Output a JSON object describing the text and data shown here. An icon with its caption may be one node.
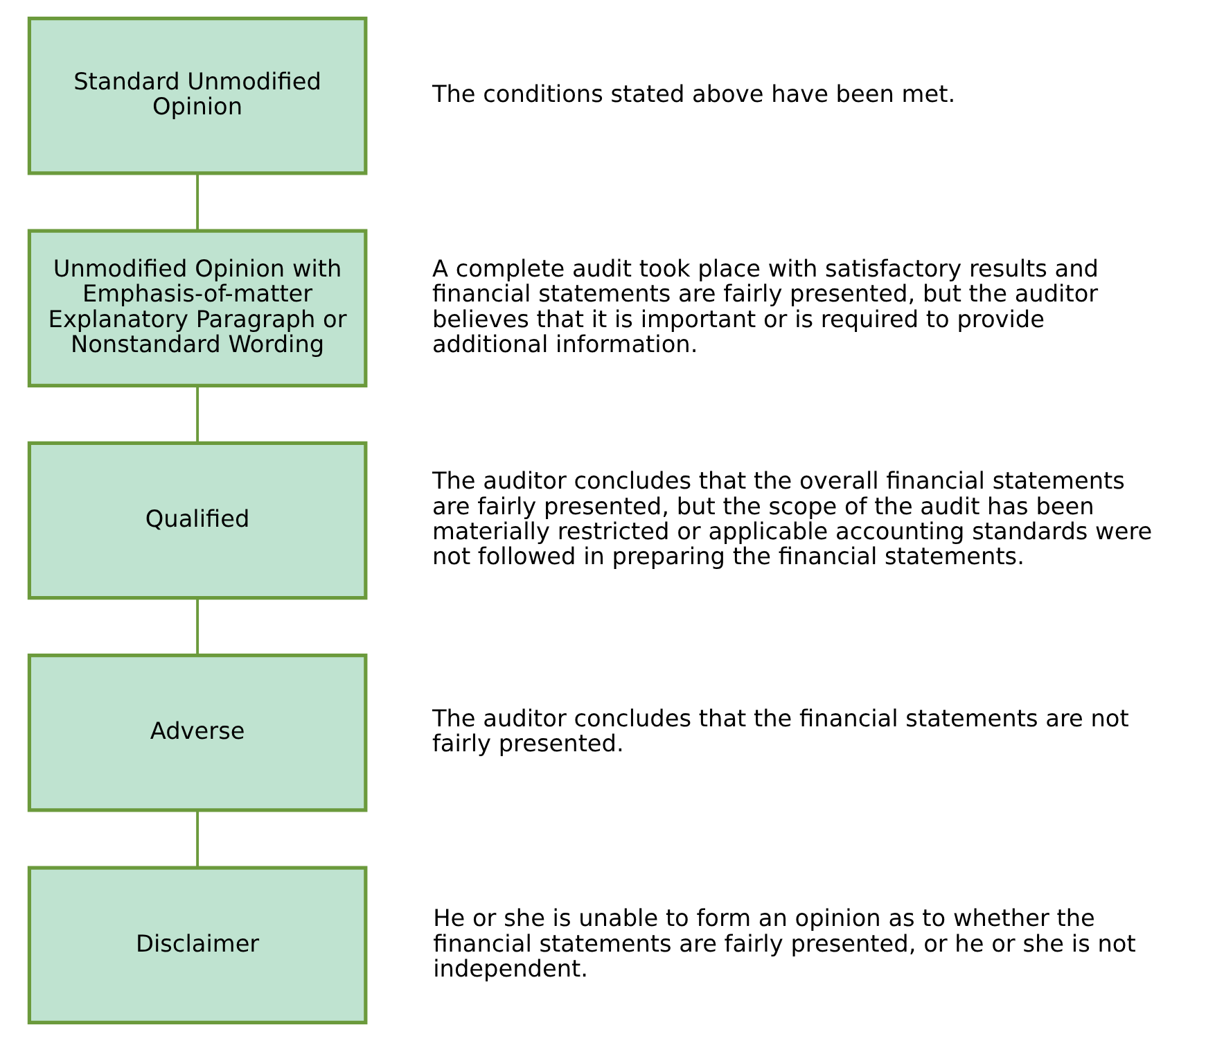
{
  "diagram": {
    "nodes": [
      {
        "text": [
          "Standard Unmodified Opinion"
        ],
        "beside": [
          "The conditions stated above have been met."
        ]
      },
      {
        "text": [
          "Unmodified Opinion with Emphasis-of-matter Explanatory Paragraph or Nonstandard Wording"
        ],
        "beside": [
          "A complete audit took place with satisfactory results and financial statements are fairly presented, but the auditor believes that it is important or is required to provide additional information."
        ]
      },
      {
        "text": [
          "Qualified"
        ],
        "beside": [
          "The auditor concludes that the overall financial statements are fairly presented, but the scope of the audit has been materially restricted or applicable accounting standards were not followed in preparing the financial statements."
        ]
      },
      {
        "text": [
          "Adverse"
        ],
        "beside": [
          "The auditor concludes that the financial statements are not fairly presented."
        ]
      },
      {
        "text": [
          "Disclaimer"
        ],
        "beside": [
          "He or she is unable to form an opinion as to whether the financial statements are fairly presented, or he or she is not independent."
        ]
      }
    ],
    "edges": [
      {
        "from": 0,
        "to": 1,
        "arrow": "none"
      },
      {
        "from": 1,
        "to": 2,
        "arrow": "none"
      },
      {
        "from": 2,
        "to": 3,
        "arrow": "none"
      },
      {
        "from": 3,
        "to": 4,
        "arrow": "none"
      }
    ]
  }
}
